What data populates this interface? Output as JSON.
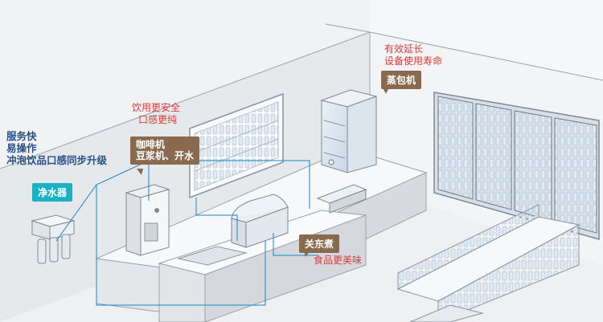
{
  "labels": {
    "water_purifier_benefits": [
      "服务快",
      "易操作",
      "冲泡饮品口感同步升级"
    ],
    "water_purifier_tag": "净水器",
    "coffee_benefits": [
      "饮用更安全",
      "口感更纯"
    ],
    "coffee_tag": [
      "咖啡机",
      "豆浆机、开水"
    ],
    "steamer_benefits": [
      "有效延长",
      "设备使用寿命"
    ],
    "steamer_tag": "蒸包机",
    "oden_tag": "关东煮",
    "oden_benefit": "食品更美味"
  },
  "colors": {
    "benefit_blue": "#2b4f86",
    "benefit_red": "#e03a3a",
    "tag_brown": "#8a6a4e",
    "tag_teal": "#1ab1c3",
    "water_line": "#1a86c8"
  }
}
